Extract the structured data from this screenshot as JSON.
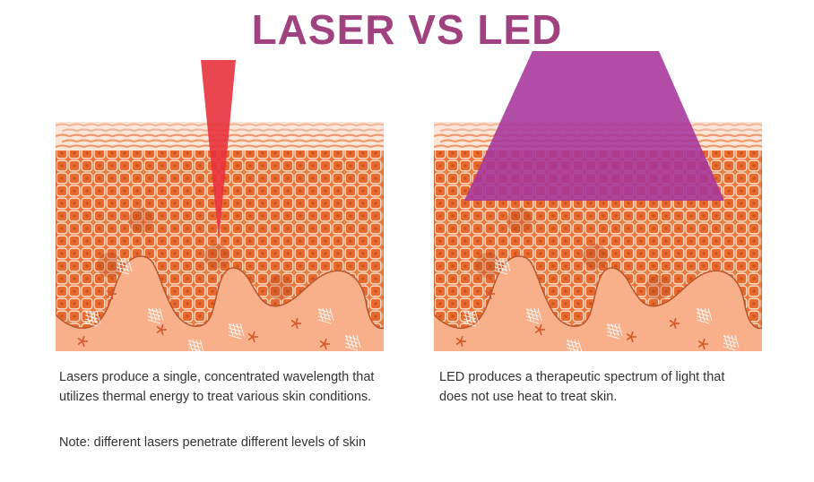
{
  "title": "LASER VS LED",
  "colors": {
    "title": "#a0427f",
    "laser_beam": "#e8323c",
    "led_beam": "#a6349b",
    "skin_cells": "#ef7a3d",
    "dermis": "#f7b08a",
    "stratum": "#f3c2a6"
  },
  "laser": {
    "caption_line1": "Lasers produce a single, concentrated wavelength that",
    "caption_line2": "utilizes thermal energy to treat various skin conditions.",
    "note": "Note: different lasers penetrate different levels of skin"
  },
  "led": {
    "caption_line1": "LED produces a therapeutic spectrum of light that",
    "caption_line2": "does not use heat to treat skin."
  }
}
